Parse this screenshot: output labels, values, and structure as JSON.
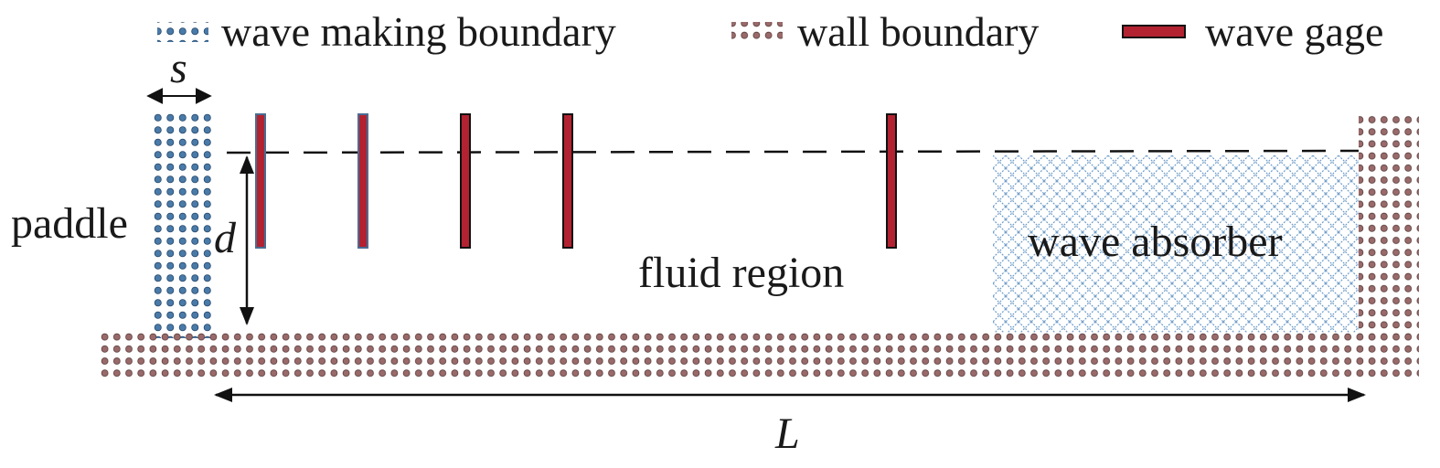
{
  "legend": {
    "items": [
      {
        "kind": "dots-blue",
        "label": "wave making boundary"
      },
      {
        "kind": "dots-red",
        "label": "wall boundary"
      },
      {
        "kind": "bar",
        "label": "wave gage"
      }
    ]
  },
  "labels": {
    "paddle": "paddle",
    "fluid_region": "fluid region",
    "wave_absorber": "wave absorber",
    "paddle_width": "s",
    "water_depth": "d",
    "tank_length": "L"
  },
  "gages": {
    "count": 5
  },
  "colors": {
    "paddle_dot": "#4a7aa8",
    "wall_dot": "#9a6a6a",
    "gage_fill": "#b32230",
    "absorber_pattern": "#6f9cc8",
    "line": "#111111"
  }
}
